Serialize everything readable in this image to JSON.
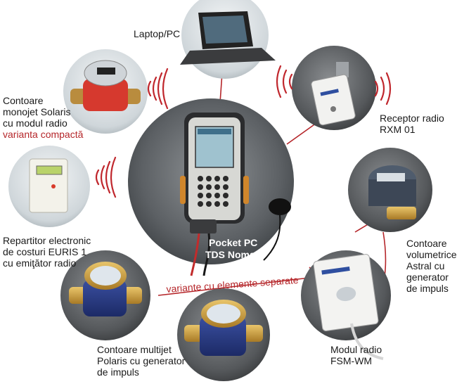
{
  "colors": {
    "connector": "#b5262a",
    "wave": "#c0272d",
    "label_text": "#1a1a1a",
    "accent_text": "#b5262a",
    "hub_text": "#ffffff"
  },
  "hub": {
    "device_icon": "pocket-pc-device-icon",
    "label_lines": [
      "Pocket PC",
      "TDS Nomad"
    ]
  },
  "nodes": {
    "laptop": {
      "icon": "laptop-icon",
      "label_lines": [
        "Laptop/PC"
      ]
    },
    "receiver": {
      "icon": "radio-receiver-icon",
      "label_lines": [
        "Receptor  radio",
        "RXM 01"
      ]
    },
    "solaris": {
      "icon": "water-meter-icon",
      "label_lines": [
        "Contoare",
        "monojet Solaris",
        "cu modul radio"
      ],
      "note": "varianta compactă"
    },
    "euris": {
      "icon": "cost-allocator-icon",
      "label_lines": [
        "Repartitor electronic",
        "de costuri EURIS 1",
        "cu emiţător radio"
      ]
    },
    "astral": {
      "icon": "volumetric-meter-icon",
      "label_lines": [
        "Contoare",
        "volumetrice",
        "Astral cu",
        "generator",
        "de impuls"
      ]
    },
    "fsm": {
      "icon": "radio-module-icon",
      "label_lines": [
        "Modul radio",
        "FSM-WM"
      ]
    },
    "polaris": {
      "icon": "multijet-meter-icon",
      "label_lines": [
        "Contoare multijet",
        "Polaris cu generator",
        "de impuls"
      ]
    }
  },
  "separate_variants_label": "variante cu elemente separate"
}
